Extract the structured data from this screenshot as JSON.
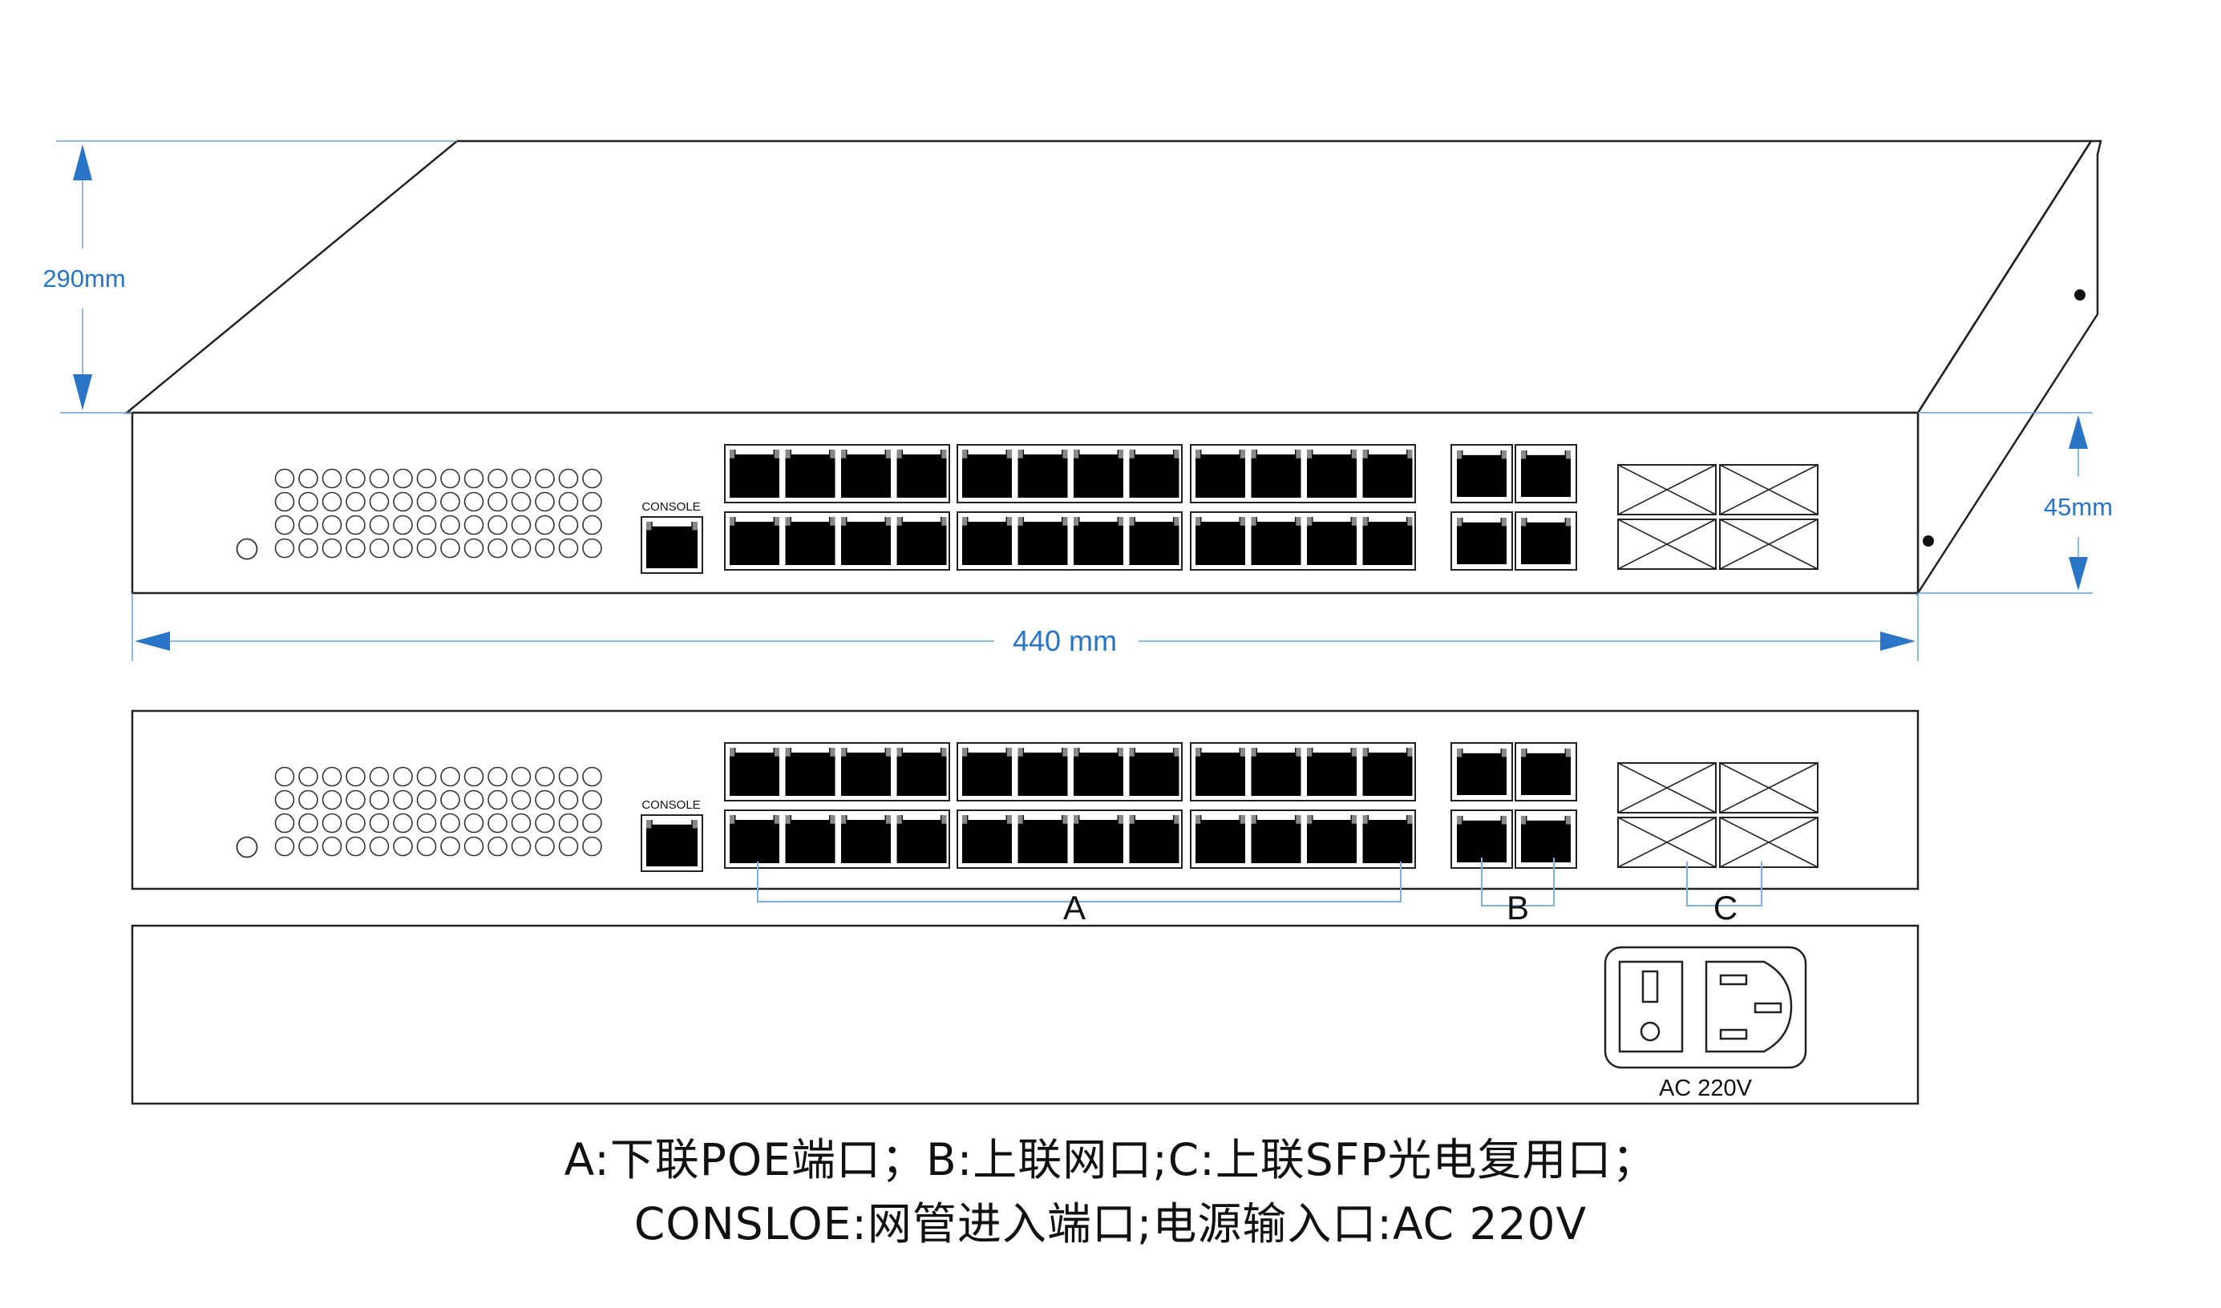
{
  "dimensions": {
    "depth": "290mm",
    "height": "45mm",
    "width": "440 mm"
  },
  "panel": {
    "console_label": "CONSOLE",
    "rj45_groups": 3,
    "rj45_per_group_row": 4,
    "uplink_rj45": 4,
    "sfp_slots": 4
  },
  "callouts": {
    "a": "A",
    "b": "B",
    "c": "C"
  },
  "power": {
    "label": "AC 220V"
  },
  "caption": {
    "line1": "A:下联POE端口；B:上联网口;C:上联SFP光电复用口；",
    "line2": "CONSLOE:网管进入端口;电源输入口:AC 220V"
  },
  "colors": {
    "dimension": "#2a74c6",
    "outline": "#222222",
    "port_fill": "#000000"
  }
}
